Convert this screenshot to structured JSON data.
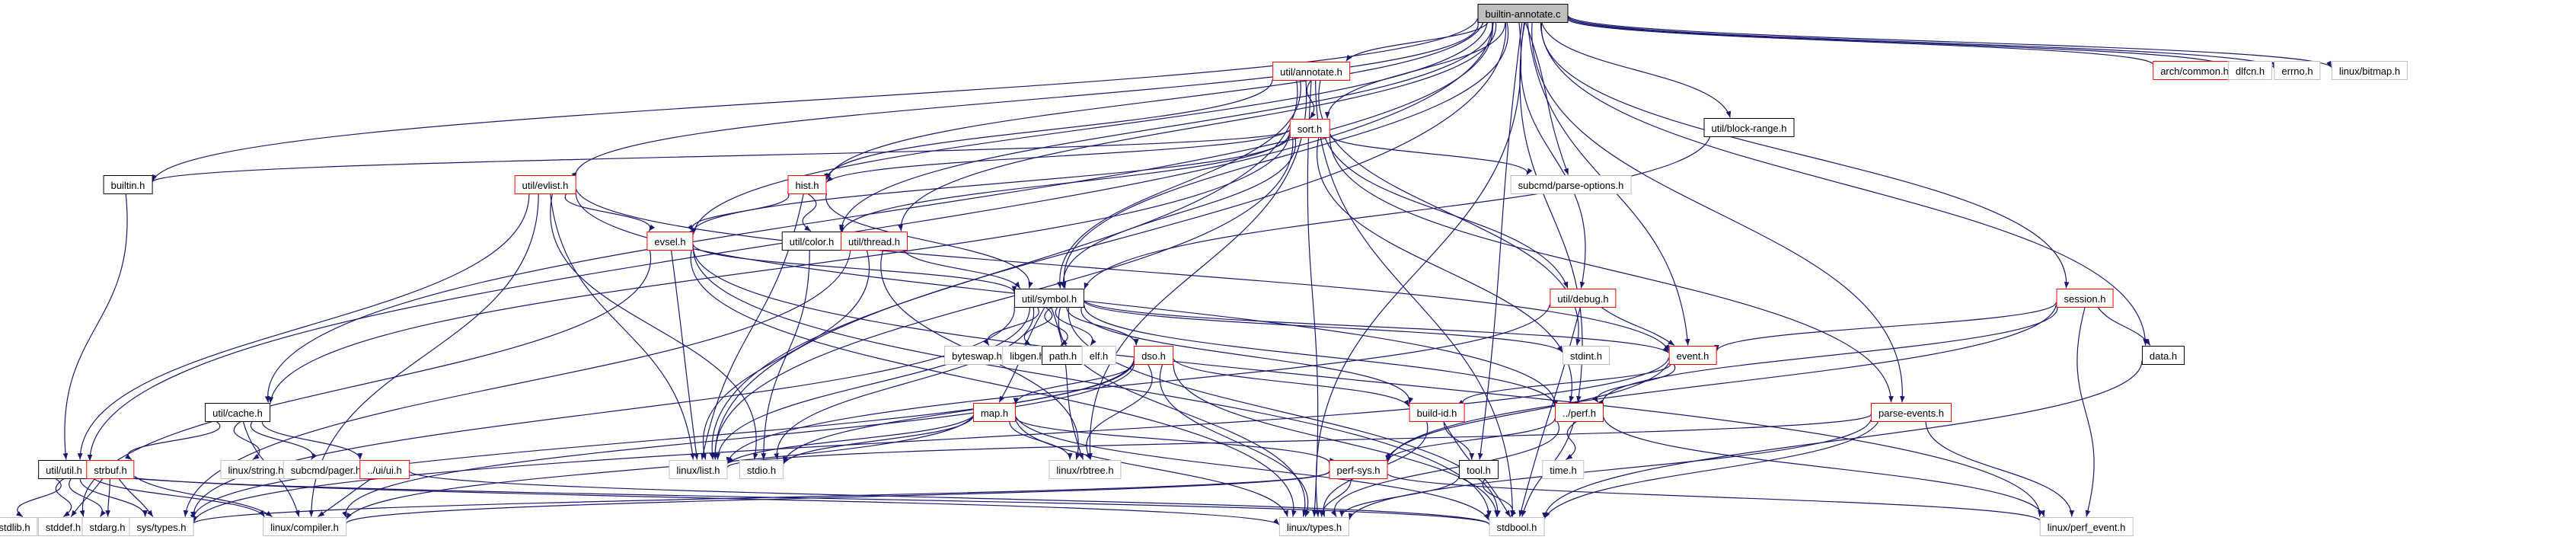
{
  "graph": {
    "title": "builtin-annotate.c",
    "edge_color": "#191970",
    "nodes": {
      "root": {
        "label": "builtin-annotate.c",
        "kind": "root"
      },
      "builtin": {
        "label": "builtin.h",
        "kind": "doc"
      },
      "annotate": {
        "label": "util/annotate.h",
        "kind": "red"
      },
      "sort": {
        "label": "sort.h",
        "kind": "red"
      },
      "blockrange": {
        "label": "util/block-range.h",
        "kind": "doc"
      },
      "parseopt": {
        "label": "subcmd/parse-options.h",
        "kind": "ext"
      },
      "archcommon": {
        "label": "arch/common.h",
        "kind": "red"
      },
      "dlfcn": {
        "label": "dlfcn.h",
        "kind": "ext"
      },
      "errno": {
        "label": "errno.h",
        "kind": "ext"
      },
      "bitmap": {
        "label": "linux/bitmap.h",
        "kind": "ext"
      },
      "evlist": {
        "label": "util/evlist.h",
        "kind": "red"
      },
      "hist": {
        "label": "hist.h",
        "kind": "red"
      },
      "evsel": {
        "label": "evsel.h",
        "kind": "red"
      },
      "color": {
        "label": "util/color.h",
        "kind": "doc"
      },
      "thread": {
        "label": "util/thread.h",
        "kind": "red"
      },
      "symbol": {
        "label": "util/symbol.h",
        "kind": "doc"
      },
      "debug": {
        "label": "util/debug.h",
        "kind": "red"
      },
      "session": {
        "label": "session.h",
        "kind": "red"
      },
      "data": {
        "label": "data.h",
        "kind": "doc"
      },
      "byteswap": {
        "label": "byteswap.h",
        "kind": "ext"
      },
      "libgen": {
        "label": "libgen.h",
        "kind": "ext"
      },
      "path": {
        "label": "path.h",
        "kind": "doc"
      },
      "elf": {
        "label": "elf.h",
        "kind": "ext"
      },
      "dso": {
        "label": "dso.h",
        "kind": "red"
      },
      "stdint": {
        "label": "stdint.h",
        "kind": "ext"
      },
      "event": {
        "label": "event.h",
        "kind": "red"
      },
      "cache": {
        "label": "util/cache.h",
        "kind": "doc"
      },
      "map": {
        "label": "map.h",
        "kind": "red"
      },
      "buildid": {
        "label": "build-id.h",
        "kind": "red"
      },
      "perf": {
        "label": "../perf.h",
        "kind": "red"
      },
      "parseevents": {
        "label": "parse-events.h",
        "kind": "red"
      },
      "utilh": {
        "label": "util/util.h",
        "kind": "doc"
      },
      "strbuf": {
        "label": "strbuf.h",
        "kind": "red"
      },
      "linuxstring": {
        "label": "linux/string.h",
        "kind": "ext"
      },
      "pager": {
        "label": "subcmd/pager.h",
        "kind": "ext"
      },
      "uih": {
        "label": "../ui/ui.h",
        "kind": "red"
      },
      "list": {
        "label": "linux/list.h",
        "kind": "ext"
      },
      "stdio": {
        "label": "stdio.h",
        "kind": "ext"
      },
      "rbtree": {
        "label": "linux/rbtree.h",
        "kind": "ext"
      },
      "perfsys": {
        "label": "perf-sys.h",
        "kind": "red"
      },
      "tool": {
        "label": "tool.h",
        "kind": "doc"
      },
      "time": {
        "label": "time.h",
        "kind": "ext"
      },
      "stdlib": {
        "label": "stdlib.h",
        "kind": "ext"
      },
      "stddef": {
        "label": "stddef.h",
        "kind": "ext"
      },
      "stdarg": {
        "label": "stdarg.h",
        "kind": "ext"
      },
      "systypes": {
        "label": "sys/types.h",
        "kind": "ext"
      },
      "compiler": {
        "label": "linux/compiler.h",
        "kind": "ext"
      },
      "types": {
        "label": "linux/types.h",
        "kind": "ext"
      },
      "stdbool": {
        "label": "stdbool.h",
        "kind": "ext"
      },
      "perfevent": {
        "label": "linux/perf_event.h",
        "kind": "ext"
      }
    },
    "edges": [
      [
        "root",
        "builtin"
      ],
      [
        "root",
        "annotate"
      ],
      [
        "root",
        "sort"
      ],
      [
        "root",
        "blockrange"
      ],
      [
        "root",
        "parseopt"
      ],
      [
        "root",
        "archcommon"
      ],
      [
        "root",
        "dlfcn"
      ],
      [
        "root",
        "errno"
      ],
      [
        "root",
        "bitmap"
      ],
      [
        "root",
        "evlist"
      ],
      [
        "root",
        "hist"
      ],
      [
        "root",
        "evsel"
      ],
      [
        "root",
        "color"
      ],
      [
        "root",
        "thread"
      ],
      [
        "root",
        "symbol"
      ],
      [
        "root",
        "debug"
      ],
      [
        "root",
        "session"
      ],
      [
        "root",
        "data"
      ],
      [
        "root",
        "event"
      ],
      [
        "root",
        "cache"
      ],
      [
        "root",
        "perf"
      ],
      [
        "root",
        "parseevents"
      ],
      [
        "root",
        "utilh"
      ],
      [
        "root",
        "list"
      ],
      [
        "root",
        "types"
      ],
      [
        "root",
        "tool"
      ],
      [
        "annotate",
        "sort"
      ],
      [
        "annotate",
        "hist"
      ],
      [
        "annotate",
        "symbol"
      ],
      [
        "annotate",
        "list"
      ],
      [
        "annotate",
        "stdint"
      ],
      [
        "annotate",
        "types"
      ],
      [
        "annotate",
        "stdbool"
      ],
      [
        "annotate",
        "rbtree"
      ],
      [
        "sort",
        "builtin"
      ],
      [
        "sort",
        "hist"
      ],
      [
        "sort",
        "parseopt"
      ],
      [
        "sort",
        "color"
      ],
      [
        "sort",
        "symbol"
      ],
      [
        "sort",
        "debug"
      ],
      [
        "sort",
        "perf"
      ],
      [
        "sort",
        "cache"
      ],
      [
        "sort",
        "parseevents"
      ],
      [
        "sort",
        "list"
      ],
      [
        "sort",
        "evsel"
      ],
      [
        "blockrange",
        "symbol"
      ],
      [
        "evlist",
        "evsel"
      ],
      [
        "evlist",
        "utilh"
      ],
      [
        "evlist",
        "list"
      ],
      [
        "evlist",
        "event"
      ],
      [
        "evlist",
        "stdio"
      ],
      [
        "evlist",
        "perf"
      ],
      [
        "evlist",
        "compiler"
      ],
      [
        "hist",
        "evsel"
      ],
      [
        "hist",
        "color"
      ],
      [
        "hist",
        "list"
      ],
      [
        "hist",
        "symbol"
      ],
      [
        "evsel",
        "symbol"
      ],
      [
        "evsel",
        "list"
      ],
      [
        "evsel",
        "stddef"
      ],
      [
        "evsel",
        "types"
      ],
      [
        "evsel",
        "perfevent"
      ],
      [
        "evsel",
        "stdbool"
      ],
      [
        "thread",
        "symbol"
      ],
      [
        "thread",
        "list"
      ],
      [
        "thread",
        "rbtree"
      ],
      [
        "thread",
        "systypes"
      ],
      [
        "color",
        "stdio"
      ],
      [
        "symbol",
        "byteswap"
      ],
      [
        "symbol",
        "libgen"
      ],
      [
        "symbol",
        "path"
      ],
      [
        "symbol",
        "elf"
      ],
      [
        "symbol",
        "dso"
      ],
      [
        "symbol",
        "stdint"
      ],
      [
        "symbol",
        "event"
      ],
      [
        "symbol",
        "map"
      ],
      [
        "symbol",
        "buildid"
      ],
      [
        "symbol",
        "list"
      ],
      [
        "symbol",
        "stdio"
      ],
      [
        "symbol",
        "rbtree"
      ],
      [
        "symbol",
        "types"
      ],
      [
        "symbol",
        "stdbool"
      ],
      [
        "symbol",
        "perf"
      ],
      [
        "symbol",
        "systypes"
      ],
      [
        "debug",
        "event"
      ],
      [
        "debug",
        "stdbool"
      ],
      [
        "debug",
        "list"
      ],
      [
        "session",
        "event"
      ],
      [
        "session",
        "data"
      ],
      [
        "session",
        "perf"
      ],
      [
        "session",
        "perfevent"
      ],
      [
        "session",
        "perfsys"
      ],
      [
        "data",
        "stdbool"
      ],
      [
        "event",
        "perf"
      ],
      [
        "event",
        "buildid"
      ],
      [
        "event",
        "perfsys"
      ],
      [
        "event",
        "systypes"
      ],
      [
        "dso",
        "map"
      ],
      [
        "dso",
        "buildid"
      ],
      [
        "dso",
        "rbtree"
      ],
      [
        "dso",
        "types"
      ],
      [
        "dso",
        "stdio"
      ],
      [
        "dso",
        "stdbool"
      ],
      [
        "dso",
        "systypes"
      ],
      [
        "dso",
        "compiler"
      ],
      [
        "map",
        "list"
      ],
      [
        "map",
        "stdio"
      ],
      [
        "map",
        "rbtree"
      ],
      [
        "map",
        "types"
      ],
      [
        "map",
        "stdbool"
      ],
      [
        "map",
        "compiler"
      ],
      [
        "map",
        "perfsys"
      ],
      [
        "buildid",
        "tool"
      ],
      [
        "buildid",
        "types"
      ],
      [
        "buildid",
        "stdbool"
      ],
      [
        "perf",
        "time"
      ],
      [
        "perf",
        "stdbool"
      ],
      [
        "perf",
        "perfsys"
      ],
      [
        "perf",
        "perfevent"
      ],
      [
        "perf",
        "types"
      ],
      [
        "parseevents",
        "stdbool"
      ],
      [
        "parseevents",
        "types"
      ],
      [
        "parseevents",
        "perfevent"
      ],
      [
        "parseevents",
        "list"
      ],
      [
        "cache",
        "strbuf"
      ],
      [
        "cache",
        "linuxstring"
      ],
      [
        "cache",
        "pager"
      ],
      [
        "cache",
        "uih"
      ],
      [
        "cache",
        "compiler"
      ],
      [
        "utilh",
        "stdlib"
      ],
      [
        "utilh",
        "stddef"
      ],
      [
        "utilh",
        "stdarg"
      ],
      [
        "utilh",
        "systypes"
      ],
      [
        "utilh",
        "compiler"
      ],
      [
        "utilh",
        "types"
      ],
      [
        "utilh",
        "stdbool"
      ],
      [
        "strbuf",
        "stddef"
      ],
      [
        "strbuf",
        "stdarg"
      ],
      [
        "strbuf",
        "systypes"
      ],
      [
        "strbuf",
        "compiler"
      ],
      [
        "uih",
        "compiler"
      ],
      [
        "uih",
        "stdbool"
      ],
      [
        "perfsys",
        "types"
      ],
      [
        "perfsys",
        "compiler"
      ],
      [
        "perfsys",
        "systypes"
      ],
      [
        "perfsys",
        "perfevent"
      ],
      [
        "tool",
        "stdbool"
      ],
      [
        "tool",
        "types"
      ],
      [
        "builtin",
        "utilh"
      ]
    ]
  }
}
